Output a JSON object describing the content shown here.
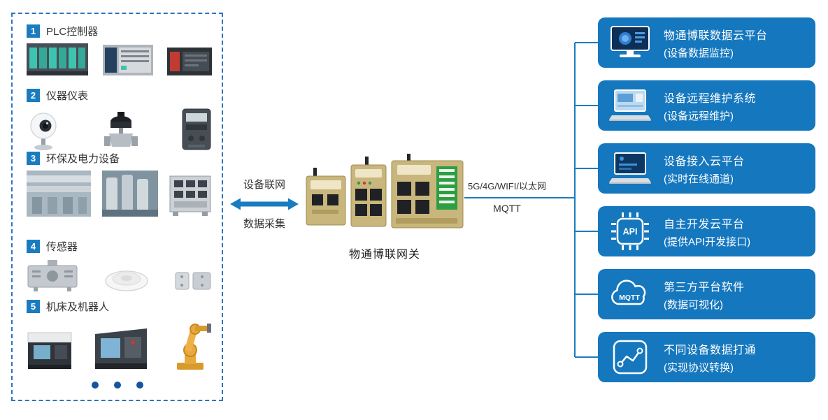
{
  "colors": {
    "primary_blue": "#1a7cc0",
    "box_blue": "#1577be",
    "border_blue": "#2f74c0",
    "text_dark": "#333333",
    "dot_blue": "#16559c"
  },
  "left_panel": {
    "categories": [
      {
        "num": "1",
        "label": "PLC控制器"
      },
      {
        "num": "2",
        "label": "仪器仪表"
      },
      {
        "num": "3",
        "label": "环保及电力设备"
      },
      {
        "num": "4",
        "label": "传感器"
      },
      {
        "num": "5",
        "label": "机床及机器人"
      }
    ]
  },
  "middle": {
    "link_top_label": "设备联网",
    "link_bottom_label": "数据采集",
    "gateway_label": "物通博联网关",
    "network_protocols": "5G/4G/WIFI/以太网",
    "network_protocol2": "MQTT"
  },
  "right_panel": {
    "items": [
      {
        "icon": "monitor-dashboard-icon",
        "title": "物通博联数据云平台",
        "subtitle": "(设备数据监控)"
      },
      {
        "icon": "laptop-remote-icon",
        "title": "设备远程维护系统",
        "subtitle": "(设备远程维护)"
      },
      {
        "icon": "laptop-cloud-icon",
        "title": "设备接入云平台",
        "subtitle": "(实时在线通道)"
      },
      {
        "icon": "api-chip-icon",
        "title": "自主开发云平台",
        "subtitle": "(提供API开发接口)",
        "icon_label": "API"
      },
      {
        "icon": "mqtt-cloud-icon",
        "title": "第三方平台软件",
        "subtitle": "(数据可视化)",
        "icon_label": "MQTT"
      },
      {
        "icon": "protocol-chart-icon",
        "title": "不同设备数据打通",
        "subtitle": "(实现协议转换)"
      }
    ]
  }
}
